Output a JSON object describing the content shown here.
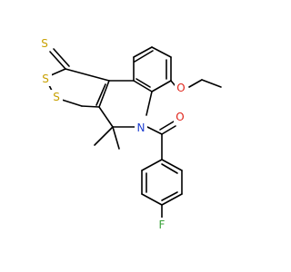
{
  "atoms": {
    "thione_s": {
      "label": "S",
      "color": "#c8a000"
    },
    "ring_s1": {
      "label": "S",
      "color": "#c8a000"
    },
    "ring_s2": {
      "label": "S",
      "color": "#c8a000"
    },
    "ether_o": {
      "label": "O",
      "color": "#e0251b"
    },
    "carbonyl_o": {
      "label": "O",
      "color": "#e0251b"
    },
    "ring_n": {
      "label": "N",
      "color": "#1f3fd1"
    },
    "fluorine": {
      "label": "F",
      "color": "#3aa23a"
    }
  }
}
